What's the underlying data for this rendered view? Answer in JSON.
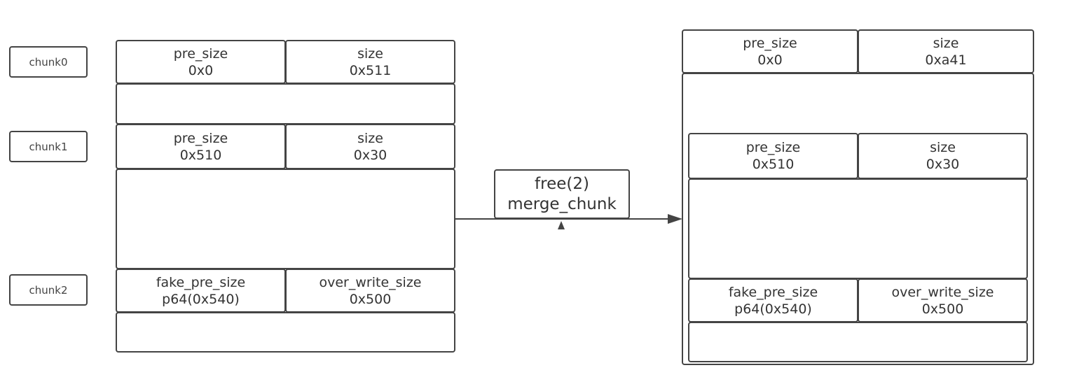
{
  "labels": {
    "chunk0": "chunk0",
    "chunk1": "chunk1",
    "chunk2": "chunk2"
  },
  "left": {
    "chunk0_header": {
      "pre_size_name": "pre_size",
      "pre_size_value": "0x0",
      "size_name": "size",
      "size_value": "0x511"
    },
    "chunk1_header": {
      "pre_size_name": "pre_size",
      "pre_size_value": "0x510",
      "size_name": "size",
      "size_value": "0x30"
    },
    "chunk2_header": {
      "pre_size_name": "fake_pre_size",
      "pre_size_value": "p64(0x540)",
      "size_name": "over_write_size",
      "size_value": "0x500"
    }
  },
  "operation": {
    "line1": "free(2)",
    "line2": "merge_chunk"
  },
  "right": {
    "merged_header": {
      "pre_size_name": "pre_size",
      "pre_size_value": "0x0",
      "size_name": "size",
      "size_value": "0xa41"
    },
    "inner_header": {
      "pre_size_name": "pre_size",
      "pre_size_value": "0x510",
      "size_name": "size",
      "size_value": "0x30"
    },
    "fake_header": {
      "pre_size_name": "fake_pre_size",
      "pre_size_value": "p64(0x540)",
      "size_name": "over_write_size",
      "size_value": "0x500"
    }
  },
  "colors": {
    "stroke": "#444444",
    "text": "#333333",
    "background": "#ffffff"
  }
}
